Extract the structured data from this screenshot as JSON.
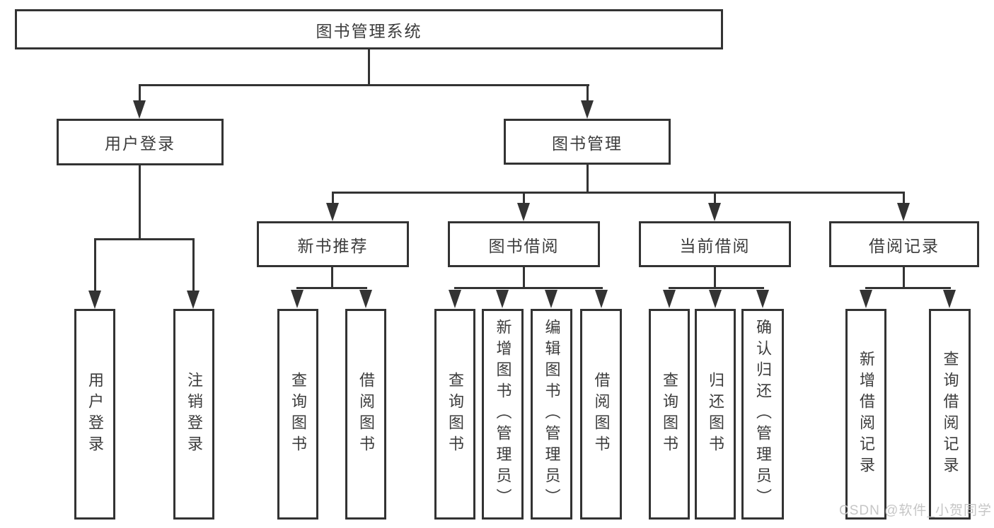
{
  "diagram": {
    "root": {
      "label": "图书管理系统"
    },
    "branches": [
      {
        "label": "用户登录",
        "children": [
          {
            "label": "用户登录"
          },
          {
            "label": "注销登录"
          }
        ]
      },
      {
        "label": "图书管理",
        "children": [
          {
            "label": "新书推荐",
            "children": [
              {
                "label": "查询图书"
              },
              {
                "label": "借阅图书"
              }
            ]
          },
          {
            "label": "图书借阅",
            "children": [
              {
                "label": "查询图书"
              },
              {
                "label": "新增图书（管理员）"
              },
              {
                "label": "编辑图书（管理员）"
              },
              {
                "label": "借阅图书"
              }
            ]
          },
          {
            "label": "当前借阅",
            "children": [
              {
                "label": "查询图书"
              },
              {
                "label": "归还图书"
              },
              {
                "label": "确认归还（管理员）"
              }
            ]
          },
          {
            "label": "借阅记录",
            "children": [
              {
                "label": "新增借阅记录"
              },
              {
                "label": "查询借阅记录"
              }
            ]
          }
        ]
      }
    ]
  },
  "watermark": {
    "text": "CSDN @软件_小贺同学"
  },
  "colors": {
    "line": "#333333",
    "text": "#3c3c3c",
    "watermark": "#c6c6c6",
    "background": "#ffffff"
  }
}
